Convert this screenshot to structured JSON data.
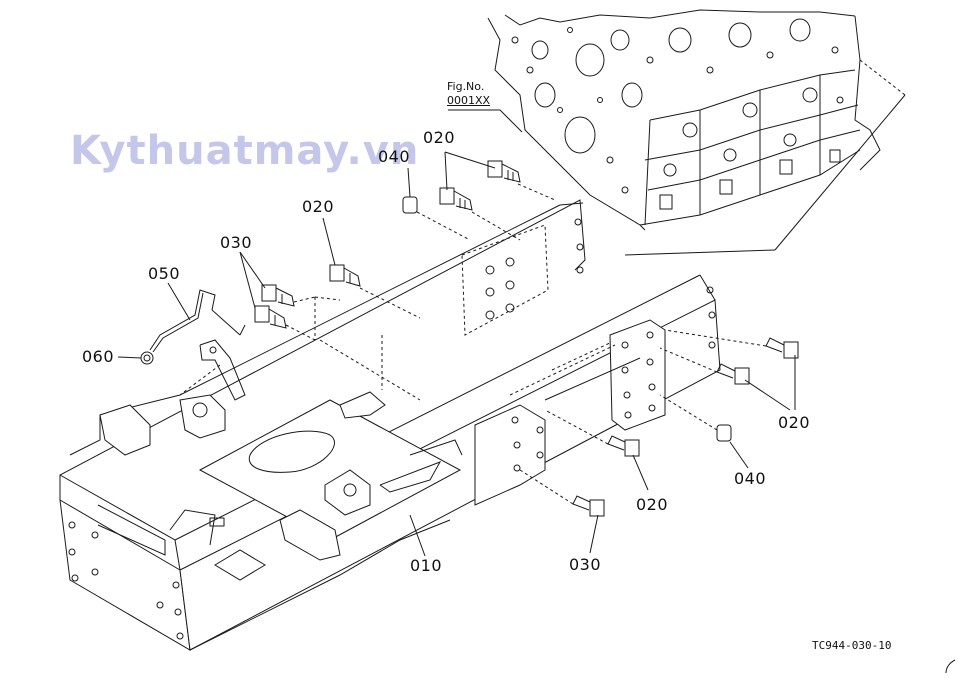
{
  "watermark": "Kythuatmay.vn",
  "figure_ref": {
    "label": "Fig.No.",
    "code": "0001XX"
  },
  "drawing_code": "TC944-030-10",
  "callouts": {
    "c020a": "020",
    "c040a": "040",
    "c020b": "020",
    "c030a": "030",
    "c050": "050",
    "c060": "060",
    "c020c": "020",
    "c040b": "040",
    "c020d": "020",
    "c010": "010",
    "c030b": "030"
  }
}
